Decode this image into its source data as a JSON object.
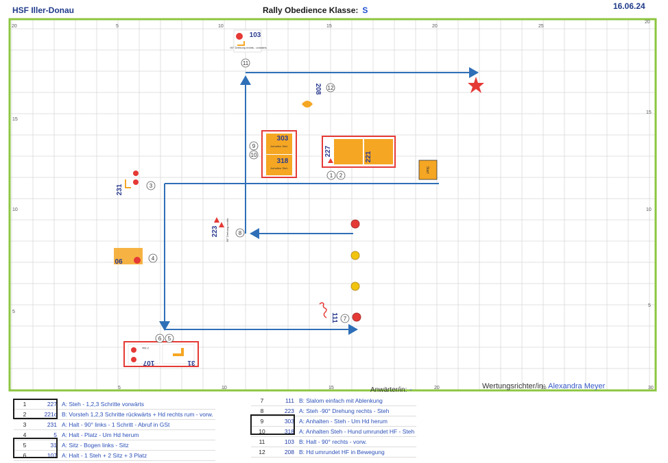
{
  "header": {
    "club": "HSF Iller-Donau",
    "title": "Rally Obedience Klasse:",
    "class": "S",
    "date": "16.06.24"
  },
  "axis": {
    "top": [
      "20",
      "5",
      "10",
      "15",
      "20",
      "25",
      "20"
    ],
    "bottom": [
      "5",
      "10",
      "15",
      "20",
      "25",
      "30"
    ],
    "left": [
      "15",
      "10",
      "5"
    ],
    "right": [
      "15",
      "10",
      "5"
    ]
  },
  "course": {
    "start_label": "Start",
    "station_numbers": [
      "1",
      "2",
      "3",
      "4",
      "5",
      "6",
      "7",
      "8",
      "9",
      "10",
      "11",
      "12"
    ],
    "sign_codes": [
      "103",
      "208",
      "303",
      "318",
      "227",
      "221",
      "231",
      "223",
      "90",
      "31",
      "107",
      "111"
    ],
    "sign_texts": {
      "s103": "90° Drehung rechts - vorwärts",
      "s303": "Anhalten Steh",
      "s318": "Anhalten Steh",
      "s223": "90° Drehung rechts",
      "s107": "2 Sitz"
    }
  },
  "footer": {
    "candidate_label": "Anwärter/in:",
    "candidate_value": "-",
    "judge_label": "Wertungsrichter/in:",
    "judge_value": "Alexandra Meyer"
  },
  "legend_left": [
    {
      "n": "1",
      "code": "227",
      "desc": "A: Steh - 1,2,3 Schritte vorwärts"
    },
    {
      "n": "2",
      "code": "221c",
      "desc": "B: Vorsteh 1,2,3 Schritte rückwärts + Hd rechts rum - vorw."
    },
    {
      "n": "3",
      "code": "231",
      "desc": "A: Halt - 90° links - 1 Schritt - Abruf in GSt"
    },
    {
      "n": "4",
      "code": "5",
      "desc": "A: Halt - Platz - Um Hd herum"
    },
    {
      "n": "5",
      "code": "31",
      "desc": "A: Sitz - Bogen links - Sitz"
    },
    {
      "n": "6",
      "code": "107",
      "desc": "A: Halt - 1 Steh + 2 Sitz + 3 Platz"
    }
  ],
  "legend_right": [
    {
      "n": "7",
      "code": "111",
      "desc": "B: Slalom einfach mit Ablenkung"
    },
    {
      "n": "8",
      "code": "223",
      "desc": "A: Steh -90° Drehung rechts - Steh"
    },
    {
      "n": "9",
      "code": "303",
      "desc": "A: Anhalten - Steh - Um Hd herum"
    },
    {
      "n": "10",
      "code": "318",
      "desc": "A: Anhalten Steh - Hund umrundet HF - Steh"
    },
    {
      "n": "11",
      "code": "103",
      "desc": "B: Halt - 90° rechts - vorw."
    },
    {
      "n": "12",
      "code": "208",
      "desc": "B: Hd umrundet HF in Bewegung"
    }
  ],
  "colors": {
    "border_green": "#8cc63f",
    "grid": "#d6d6d6",
    "arrow_blue": "#2e6fb7",
    "sign_orange": "#f5a623",
    "box_red": "#e53935",
    "cone_red": "#e53935",
    "cone_yellow": "#f1c40f",
    "star_red": "#e53935"
  }
}
